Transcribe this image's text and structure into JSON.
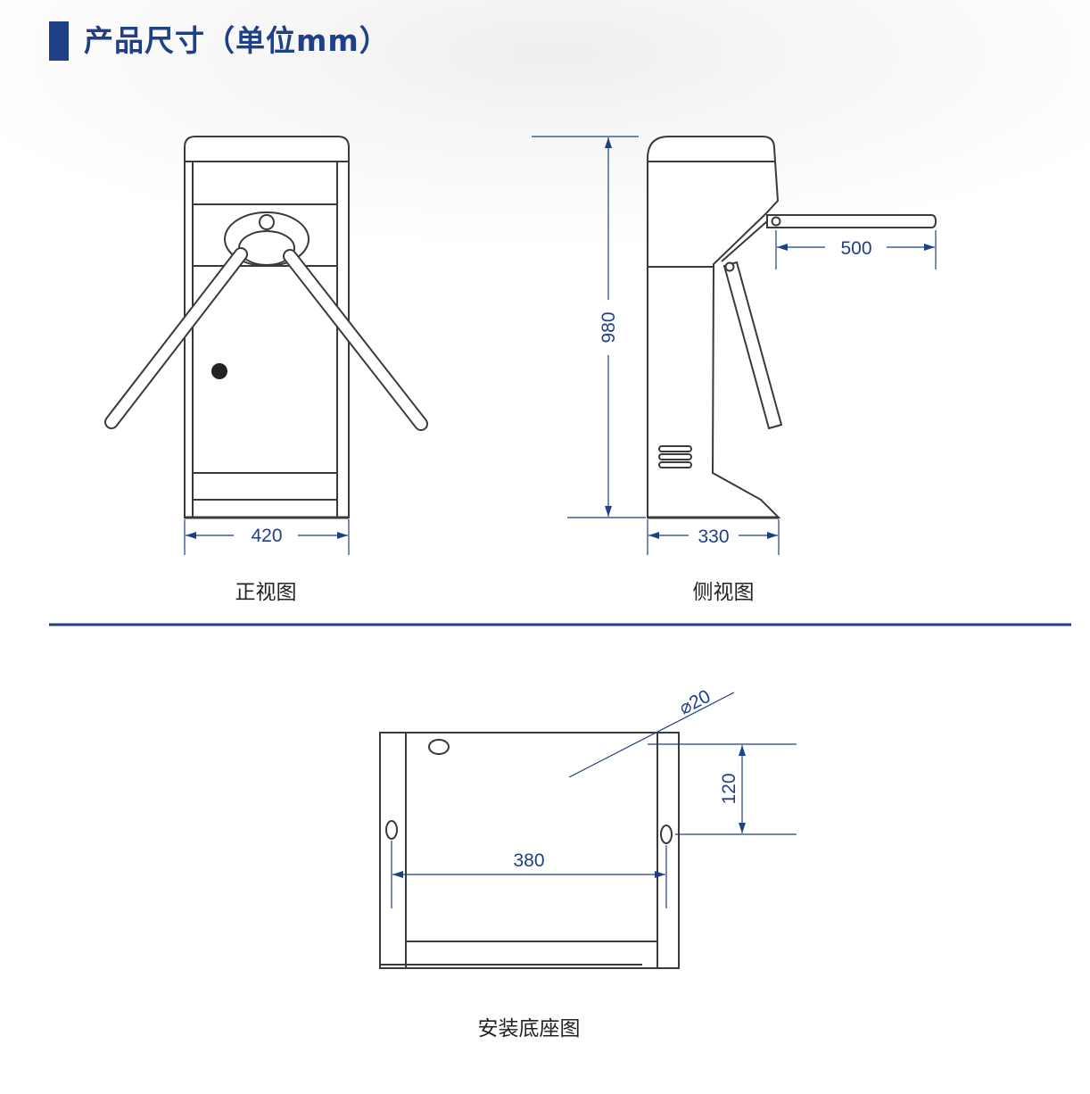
{
  "title": "产品尺寸（单位mm）",
  "colors": {
    "accent": "#1f3f86",
    "line": "#3a3a3a",
    "dimension": "#1f3f86"
  },
  "front_view": {
    "caption": "正视图",
    "width_label": "420"
  },
  "side_view": {
    "caption": "侧视图",
    "height_label": "980",
    "depth_label": "330",
    "arm_label": "500"
  },
  "base_view": {
    "caption": "安装底座图",
    "width_label": "380",
    "spacing_label": "120",
    "hole_label": "⌀20"
  }
}
